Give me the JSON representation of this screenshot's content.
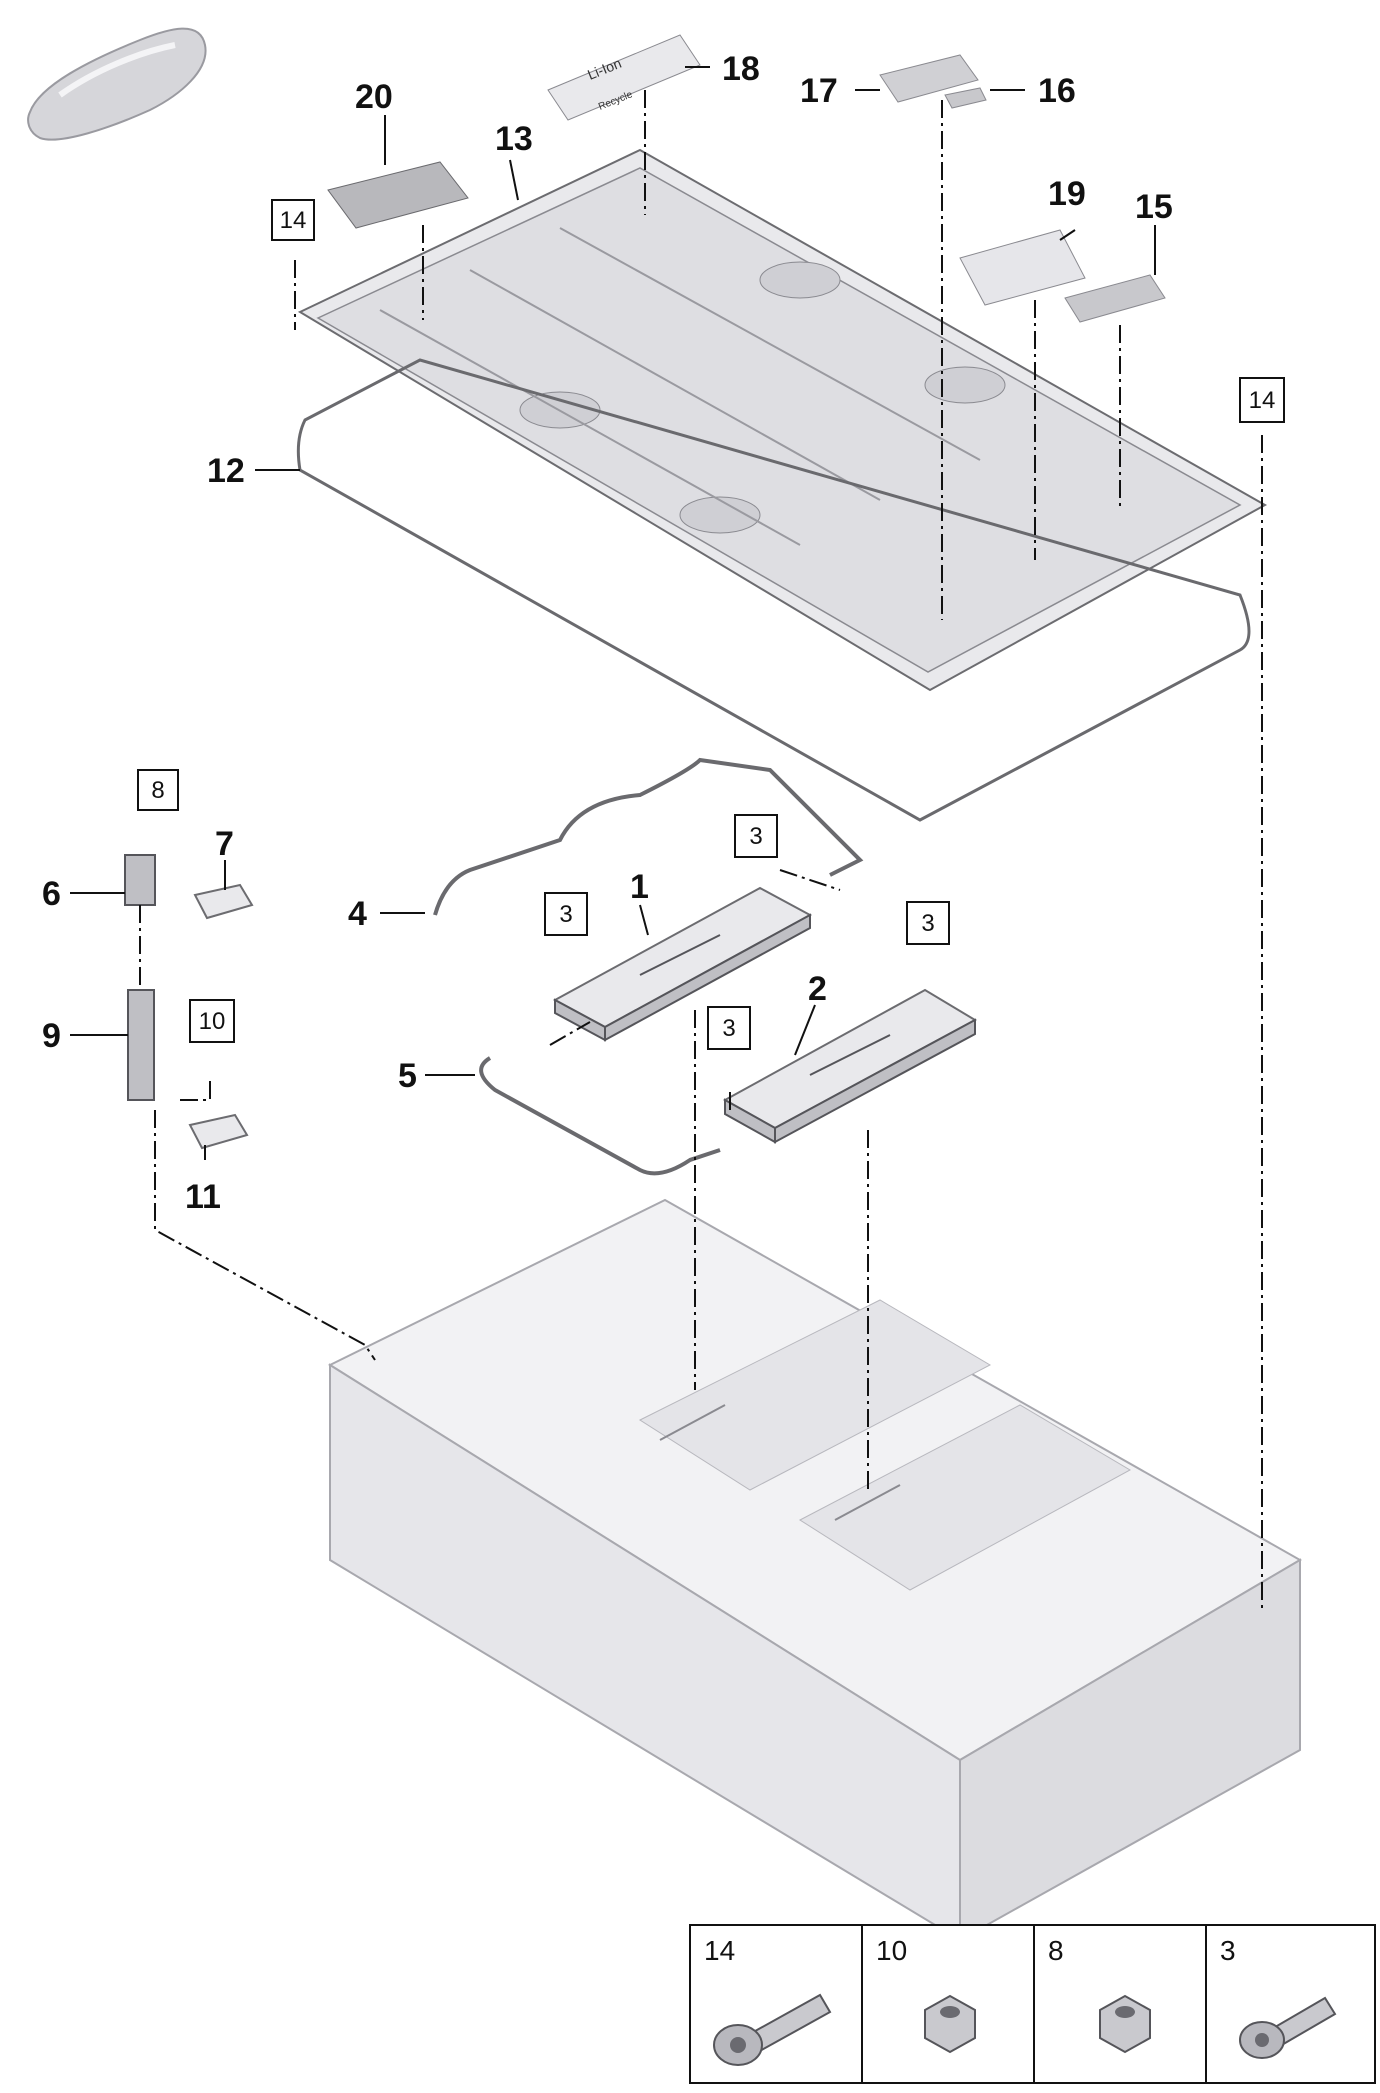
{
  "callouts": {
    "c1": "1",
    "c2": "2",
    "c4": "4",
    "c5": "5",
    "c6": "6",
    "c7": "7",
    "c9": "9",
    "c11": "11",
    "c12": "12",
    "c13": "13",
    "c15": "15",
    "c16": "16",
    "c17": "17",
    "c18": "18",
    "c19": "19",
    "c20": "20"
  },
  "boxed_refs": {
    "b14a": "14",
    "b14b": "14",
    "b8": "8",
    "b10": "10",
    "b3a": "3",
    "b3b": "3",
    "b3c": "3",
    "b3d": "3"
  },
  "label_18_text": {
    "line1": "Li-Ion",
    "line2": "Recycle"
  },
  "legend": [
    {
      "number": "14",
      "icon": "bolt-icon"
    },
    {
      "number": "10",
      "icon": "nut-icon"
    },
    {
      "number": "8",
      "icon": "nut-icon"
    },
    {
      "number": "3",
      "icon": "screw-icon"
    }
  ]
}
